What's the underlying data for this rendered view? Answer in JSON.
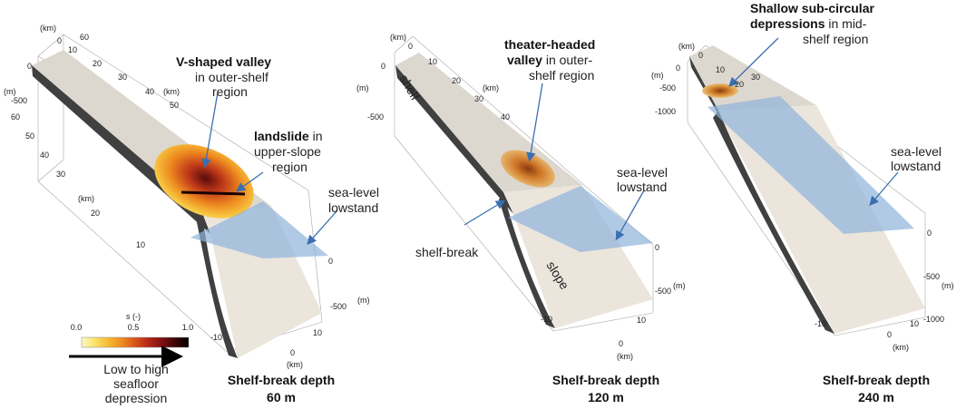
{
  "panels": [
    {
      "caption_line1": "Shelf-break depth",
      "caption_line2": "60 m",
      "unit_km": "(km)",
      "unit_m": "(m)",
      "ticks_y_top": [
        "0",
        "10",
        "20",
        "30",
        "40",
        "50",
        "60"
      ],
      "ticks_z_left": [
        "0",
        "-500"
      ],
      "ticks_y_left": [
        "60",
        "50",
        "40",
        "30",
        "20",
        "10"
      ],
      "ticks_z_right": [
        "0",
        "-500"
      ],
      "ticks_x_bottom": [
        "-10",
        "0",
        "10"
      ],
      "ann_valley_bold": "V-shaped valley",
      "ann_valley_rest": [
        "in outer-shelf",
        "region"
      ],
      "ann_landslide_bold": "landslide",
      "ann_landslide_rest1": " in",
      "ann_landslide_rest": [
        "upper-slope",
        "region"
      ],
      "ann_sealevel": [
        "sea-level",
        "lowstand"
      ]
    },
    {
      "caption_line1": "Shelf-break depth",
      "caption_line2": "120 m",
      "unit_km": "(km)",
      "unit_m": "(m)",
      "ticks_y_top": [
        "0",
        "10",
        "20",
        "30",
        "40"
      ],
      "ticks_z_left": [
        "0",
        "-500"
      ],
      "ticks_z_right": [
        "0",
        "-500"
      ],
      "ticks_x_bottom": [
        "-10",
        "0",
        "10"
      ],
      "ann_valley_bold": [
        "theater-headed",
        "valley"
      ],
      "ann_valley_rest1": " in outer-",
      "ann_valley_rest": [
        "shelf region"
      ],
      "ann_shelf": "shelf",
      "ann_slope": "slope",
      "ann_shelfbreak": "shelf-break",
      "ann_sealevel": [
        "sea-level",
        "lowstand"
      ]
    },
    {
      "caption_line1": "Shelf-break depth",
      "caption_line2": "240 m",
      "unit_km": "(km)",
      "unit_m": "(m)",
      "ticks_y_top": [
        "0",
        "10",
        "20",
        "30"
      ],
      "ticks_z_left": [
        "0",
        "-500",
        "-1000"
      ],
      "ticks_z_right": [
        "0",
        "-500",
        "-1000"
      ],
      "ticks_x_bottom": [
        "-10",
        "0",
        "10"
      ],
      "ann_dep_bold": [
        "Shallow sub-circular",
        "depressions"
      ],
      "ann_dep_rest1": " in mid-",
      "ann_dep_rest": [
        "shelf region"
      ],
      "ann_sealevel": [
        "sea-level",
        "lowstand"
      ]
    }
  ],
  "colorbar": {
    "title": "s (-)",
    "ticks": [
      "0.0",
      "0.5",
      "1.0"
    ],
    "colors": [
      "#fdf7c8",
      "#fbe26a",
      "#f6b933",
      "#ee8a1f",
      "#d9541a",
      "#b32416",
      "#7a0e10",
      "#3a0606",
      "#000000"
    ],
    "arrow_label": [
      "Low to high",
      "seafloor",
      "depression"
    ]
  },
  "colors": {
    "shelf_top": "#ddd8cf",
    "shelf_side": "#404040",
    "slope_face": "#ebe5dc",
    "sea_plane": "#8fb3dc"
  }
}
